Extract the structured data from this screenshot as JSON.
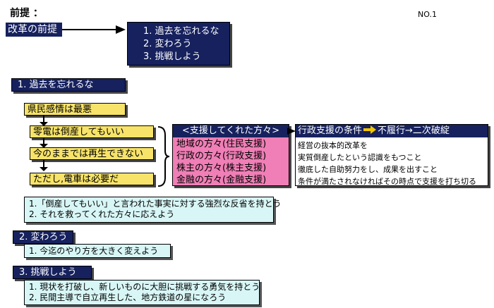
{
  "premise": {
    "label": "前提 ：",
    "page_no": "NO.1"
  },
  "reform": {
    "title": "改革の前提",
    "points": [
      "1. 過去を忘れるな",
      "2. 変わろう",
      "3. 挑戦しよう"
    ]
  },
  "section1": {
    "header": "1. 過去を忘れるな",
    "chain": [
      "県民感情は最悪",
      "零電は倒産してもいい",
      "今のままでは再生できない",
      "ただし,電車は必要だ"
    ],
    "supporters": {
      "title": "<支援してくれた方々>",
      "items": [
        "地域の方々(住民支援)",
        "行政の方々(行政支援)",
        "株主の方々(株主支援)",
        "金融の方々(金融支援)"
      ]
    },
    "conditions": {
      "title": "行政支援の条件",
      "title_tail": "不履行→二次破綻",
      "items": [
        "経営の抜本的改革を",
        "実質倒産したという認識をもつこと",
        "徹底した自助努力をし、成果を出すこと",
        "条件が満たされなければその時点で支援を打ち切る"
      ]
    },
    "notes": [
      "1.「倒産してもいい」と言われた事実に対する強烈な反省を持とう",
      "2. それを救ってくれた方々に応えよう"
    ]
  },
  "section2": {
    "header": "2. 変わろう",
    "notes": [
      "1. 今迄のやり方を大きく変えよう"
    ]
  },
  "section3": {
    "header": "3. 挑戦しよう",
    "notes": [
      "1. 現状を打破し、新しいものに大胆に挑戦する勇気を持とう",
      "2. 民間主導で自立再生した、地方鉄道の星になろう"
    ]
  },
  "colors": {
    "navy": "#16215e",
    "yellow": "#f7e36a",
    "pink": "#ef7fb6",
    "cyan": "#d8f6f6",
    "arrow_yellow": "#f2c500"
  }
}
